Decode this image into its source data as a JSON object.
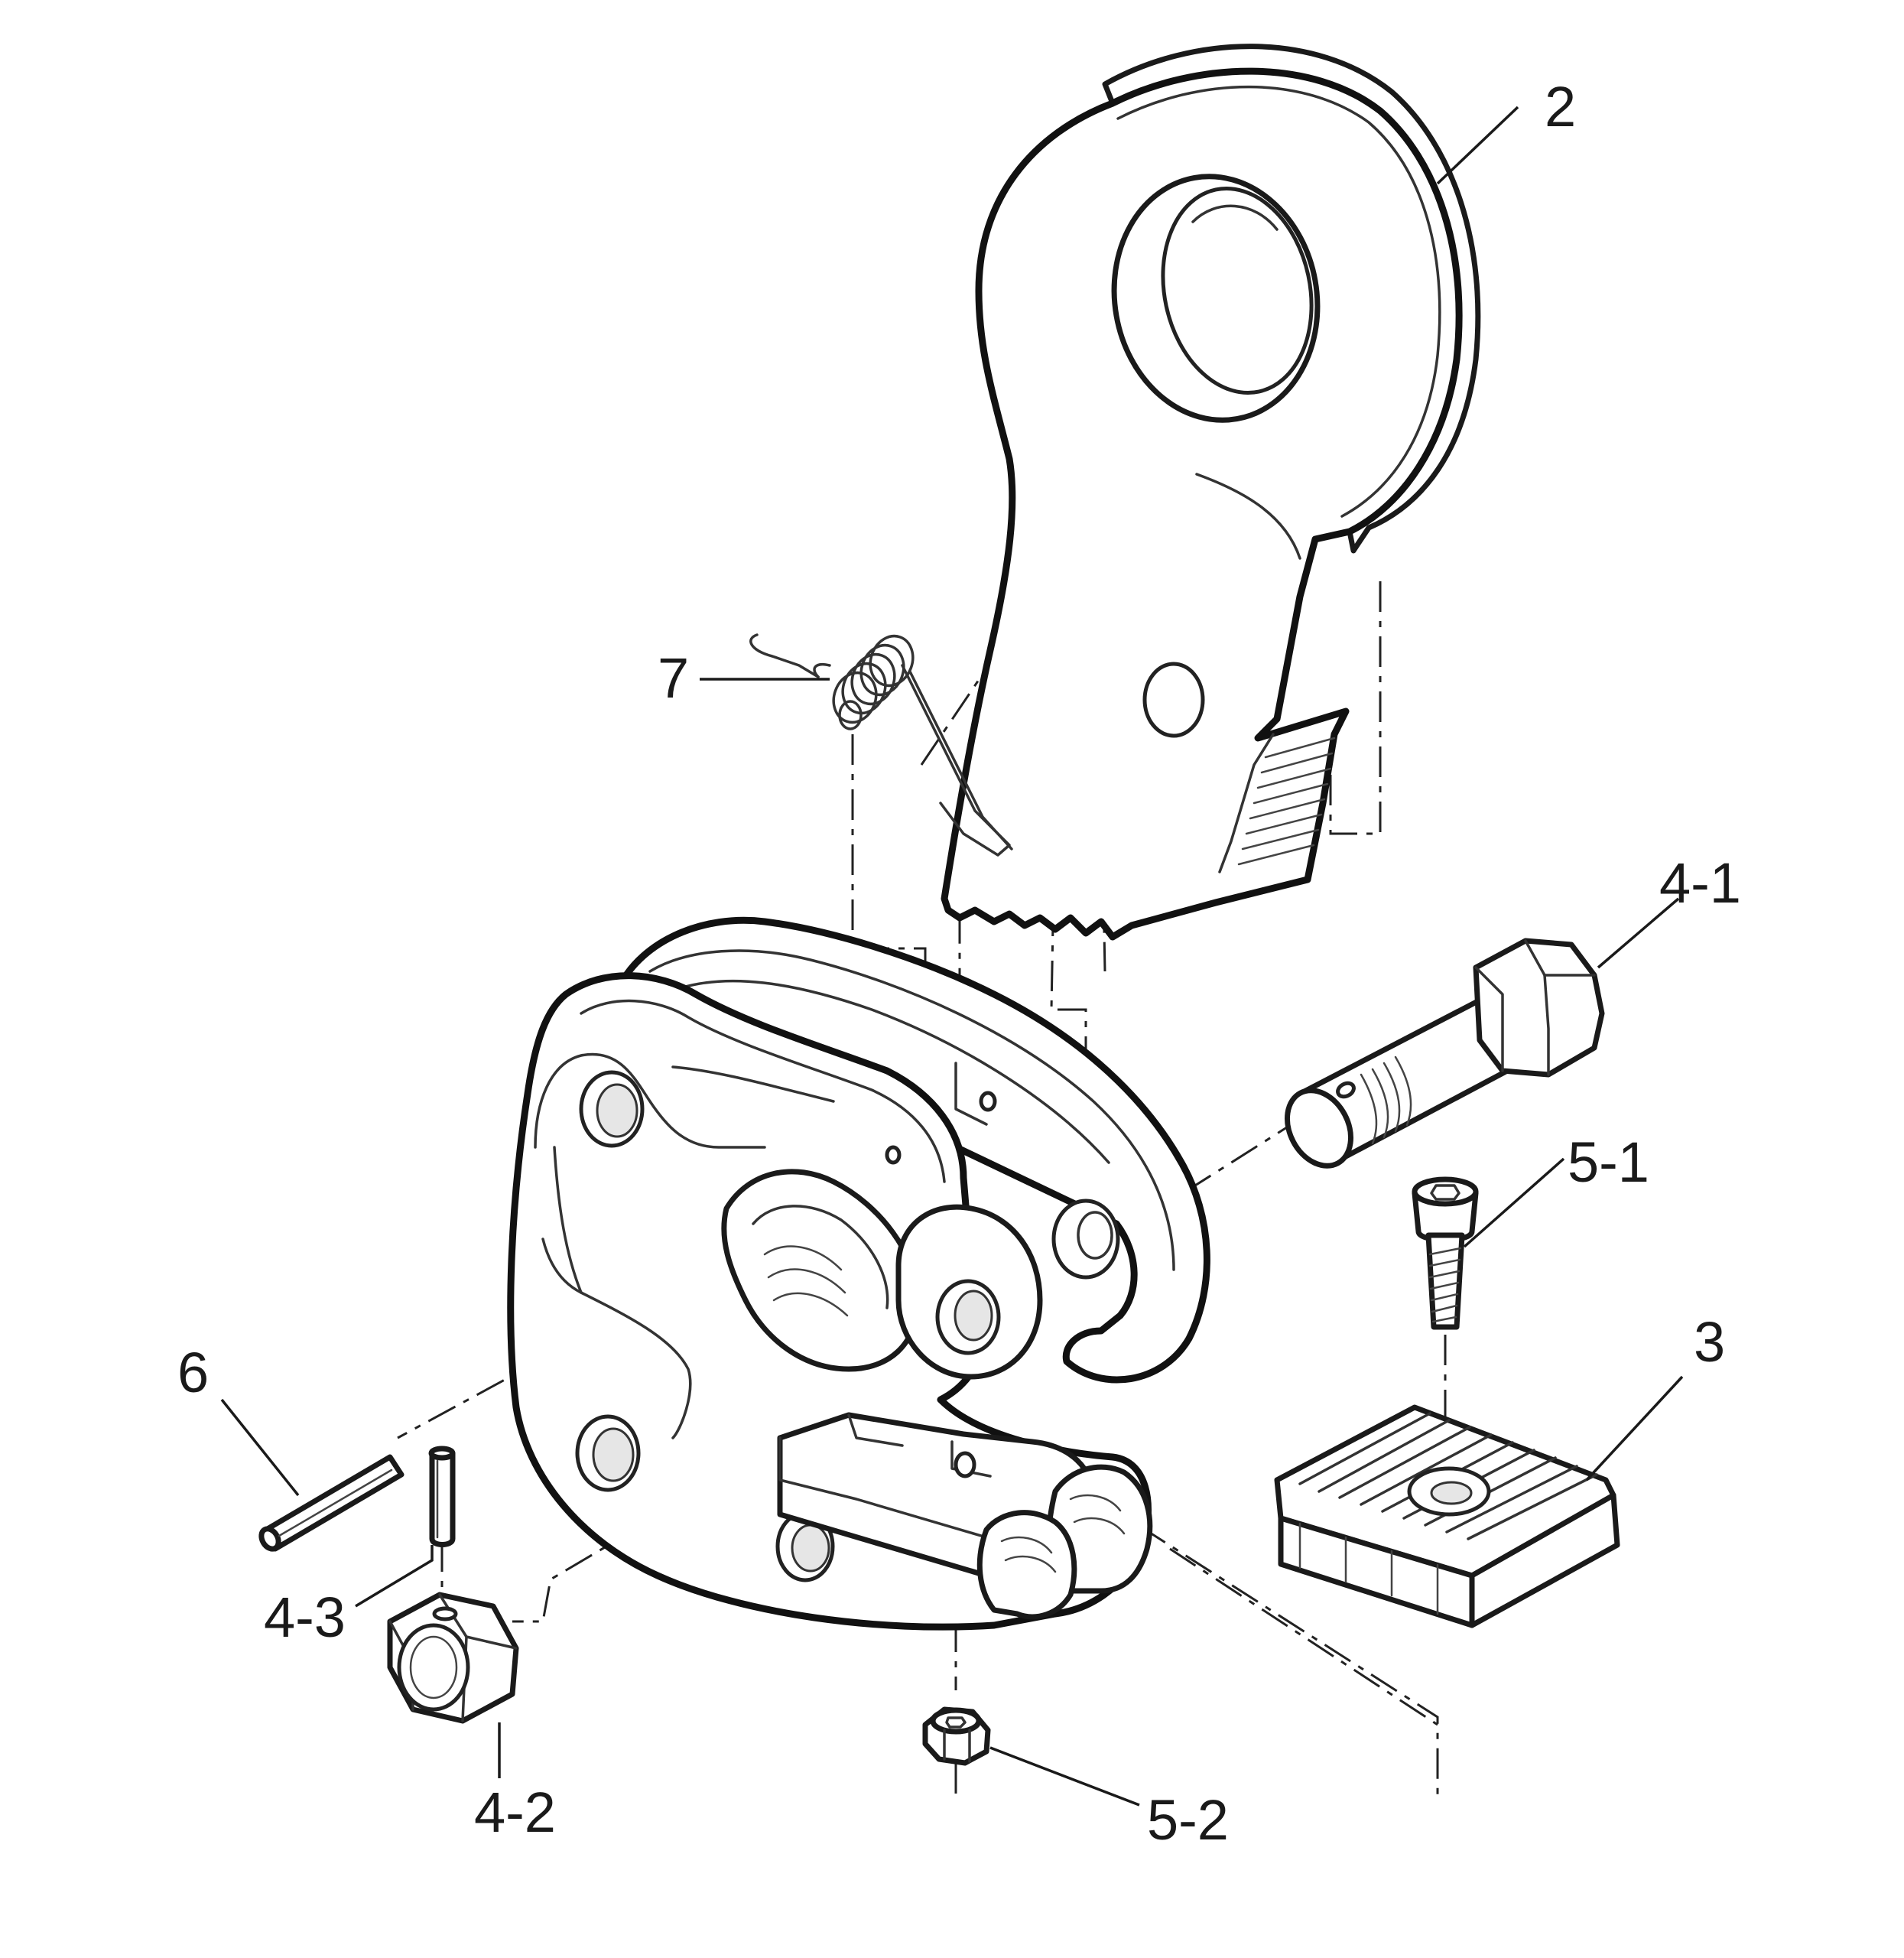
{
  "callouts": {
    "c2": "2",
    "c7": "7",
    "c4_1": "4-1",
    "c5_1": "5-1",
    "c3": "3",
    "c6": "6",
    "c4_3": "4-3",
    "c4_2": "4-2",
    "c5_2": "5-2"
  }
}
